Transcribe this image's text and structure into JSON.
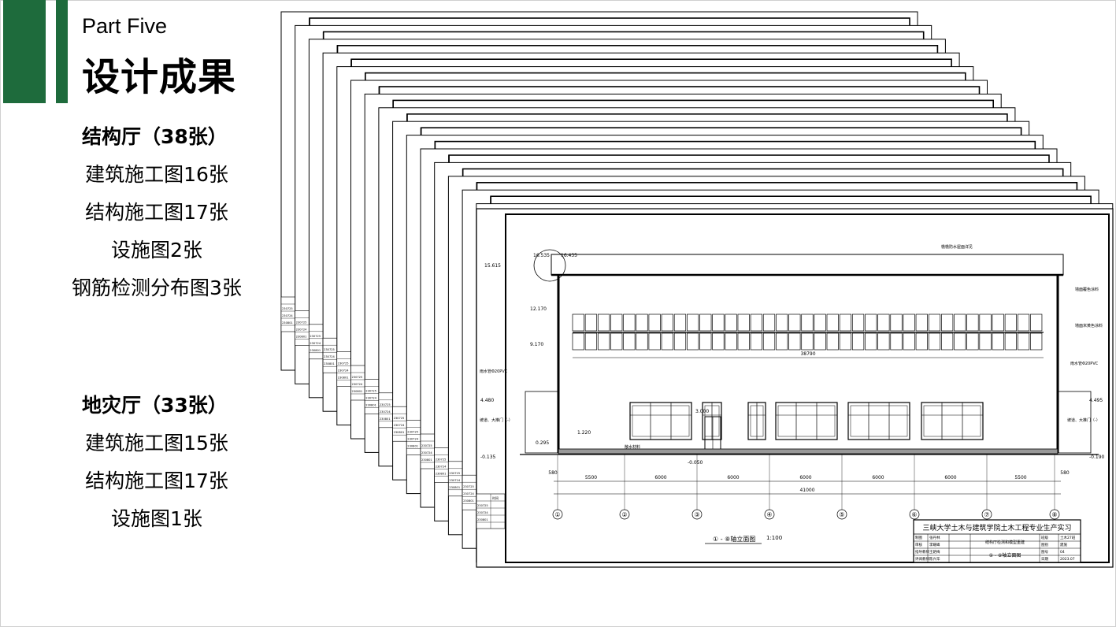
{
  "header": {
    "part": "Part Five",
    "title": "设计成果"
  },
  "sections": [
    {
      "heading": "结构厅（38张）",
      "items": [
        "建筑施工图16张",
        "结构施工图17张",
        "设施图2张",
        "钢筋检测分布图3张"
      ]
    },
    {
      "heading": "地灾厅（33张）",
      "items": [
        "建筑施工图15张",
        "结构施工图17张",
        "设施图1张"
      ]
    }
  ],
  "drawing": {
    "elevations": [
      "16.535",
      "16.435",
      "15.615",
      "12.170",
      "9.170",
      "4.480",
      "4.495",
      "3.000",
      "1.220",
      "0.295",
      "-0.135",
      "-0.190",
      "-0.050"
    ],
    "dimensions": [
      "38790",
      "5500",
      "6000",
      "6000",
      "6000",
      "6000",
      "6000",
      "5500",
      "41000",
      "580",
      "580"
    ],
    "axes": [
      "①",
      "②",
      "③",
      "④",
      "⑤",
      "⑥",
      "⑦",
      "⑧"
    ],
    "caption": "① - ⑧轴立面图",
    "scale": "1:100",
    "notes": [
      "檐檐防水屋面详见",
      "墙面覆色涂料",
      "墙面米黄色涂料",
      "雨水管Φ20PVC",
      "雨水管Φ20PVC",
      "散水材料",
      "坡道、大推门（-）",
      "坡道、大推门（-）"
    ],
    "title_block": {
      "institution": "三峡大学土木与建筑学院土木工程专业生产实习",
      "project": "结构厅检测和模型重建",
      "sheet_name": "① - ⑧轴立面图",
      "labels": [
        "制图",
        "审核",
        "指导教师",
        "评阅教师"
      ],
      "names": [
        "张丹林",
        "李耀峰",
        "王艳梅",
        "陈兴华"
      ],
      "right": [
        "班级",
        "图别",
        "图号",
        "日期"
      ],
      "right_values": [
        "土木27班",
        "建施",
        "04",
        "2023.07"
      ]
    },
    "stub_label": "时间",
    "stub_dates": [
      "230725",
      "230724",
      "230801"
    ]
  },
  "colors": {
    "accent": "#1e6b3c"
  }
}
